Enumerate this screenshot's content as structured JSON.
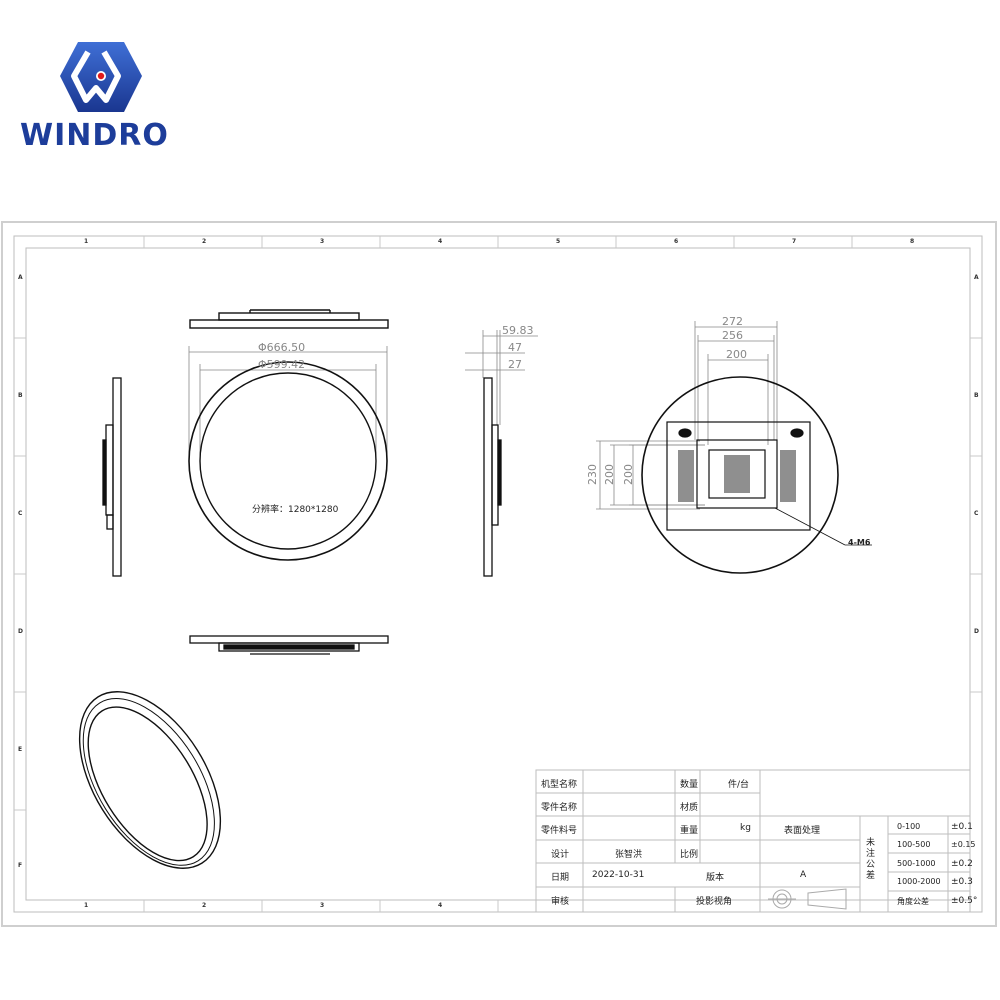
{
  "brand": {
    "name": "WINDRO",
    "logo_icon": "hexagon-w-logo-icon",
    "primary_color": "#1d3d9a",
    "dot_color": "#e21b1b"
  },
  "frame": {
    "columns_top": [
      "1",
      "2",
      "3",
      "4",
      "5",
      "6",
      "7",
      "8"
    ],
    "columns_bottom": [
      "1",
      "2",
      "3",
      "4"
    ],
    "rows_left": [
      "A",
      "B",
      "C",
      "D",
      "E",
      "F"
    ],
    "rows_right": [
      "A",
      "B",
      "C",
      "D"
    ]
  },
  "views": {
    "front": {
      "outer_diameter": "Φ666.50",
      "inner_diameter": "Φ599.42",
      "resolution_label": "分辨率：1280*1280"
    },
    "side": {
      "dims": [
        "59.83",
        "47",
        "27"
      ]
    },
    "rear": {
      "horizontal_dims": [
        "272",
        "256",
        "200"
      ],
      "vertical_dims": [
        "230",
        "200",
        "200"
      ],
      "hole_callout": "4-M6"
    }
  },
  "title_block": {
    "rows": [
      {
        "label": "机型名称",
        "value": "",
        "label2": "数量",
        "value2": "件/台"
      },
      {
        "label": "零件名称",
        "value": "",
        "label2": "材质",
        "value2": ""
      },
      {
        "label": "零件料号",
        "value": "",
        "label2": "重量",
        "value2": "kg"
      },
      {
        "label": "设计",
        "value": "张智洪",
        "label2": "比例",
        "value2": ""
      },
      {
        "label": "日期",
        "value": "2022-10-31",
        "label2": "版本",
        "value2": "A"
      },
      {
        "label": "审核",
        "value": "",
        "label2": "投影视角",
        "value2": ""
      }
    ],
    "surface_treatment": "表面处理",
    "tolerance_header": "未注公差",
    "tolerances": [
      {
        "range": "0-100",
        "value": "±0.1"
      },
      {
        "range": "100-500",
        "value": "±0.15"
      },
      {
        "range": "500-1000",
        "value": "±0.2"
      },
      {
        "range": "1000-2000",
        "value": "±0.3"
      },
      {
        "range": "角度公差",
        "value": "±0.5°"
      }
    ]
  }
}
